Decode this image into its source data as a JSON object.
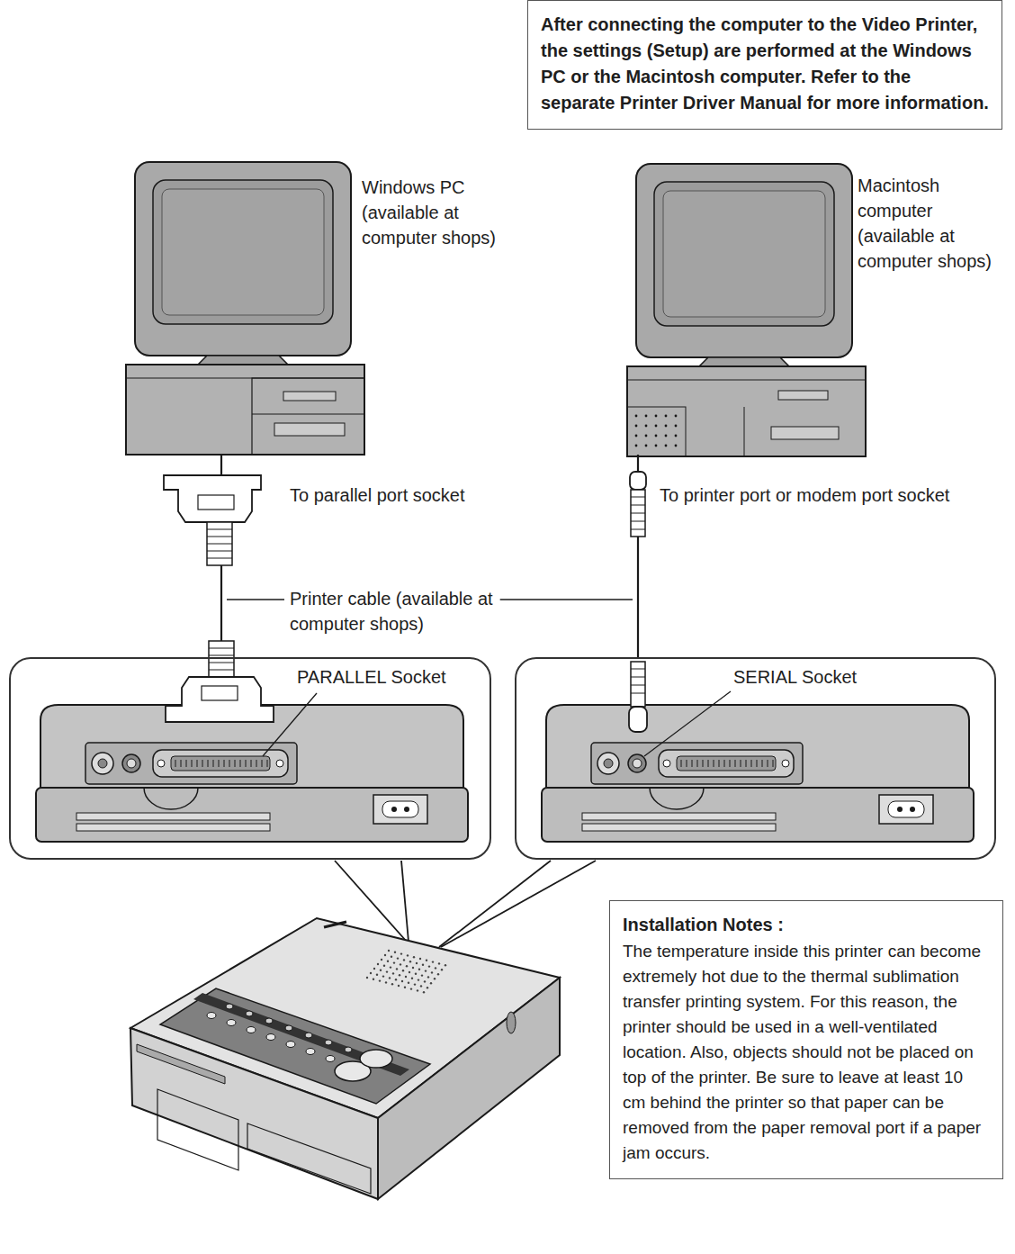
{
  "diagram": {
    "nodes": [
      {
        "text": [
          "After connecting the computer to the Video Printer, the settings (Setup) are performed at the Windows PC or the Macintosh computer. Refer to the separate Printer Driver Manual for more information."
        ]
      },
      {
        "text": [
          "Windows PC (available at computer shops)"
        ]
      },
      {
        "text": [
          "Macintosh computer (available at computer shops)"
        ]
      },
      {
        "text": [
          "PARALLEL Socket"
        ]
      },
      {
        "text": [
          "SERIAL Socket"
        ]
      },
      {
        "text": [
          "Installation Notes :",
          "The temperature inside this printer can become extremely hot due to the thermal sublimation transfer printing system. For this reason, the printer should be used in a well-ventilated location. Also, objects should not be placed on top of the printer. Be sure to leave at least 10 cm behind the printer so that paper can be removed from the paper removal port if a paper jam occurs."
        ]
      }
    ],
    "edges": [
      {
        "from": 1,
        "to": 3,
        "arrow": "none"
      },
      {
        "from": 2,
        "to": 4,
        "arrow": "none"
      }
    ],
    "labels": [
      "To parallel port socket",
      "To printer port or modem port socket",
      "Printer cable (available at computer shops)"
    ]
  }
}
